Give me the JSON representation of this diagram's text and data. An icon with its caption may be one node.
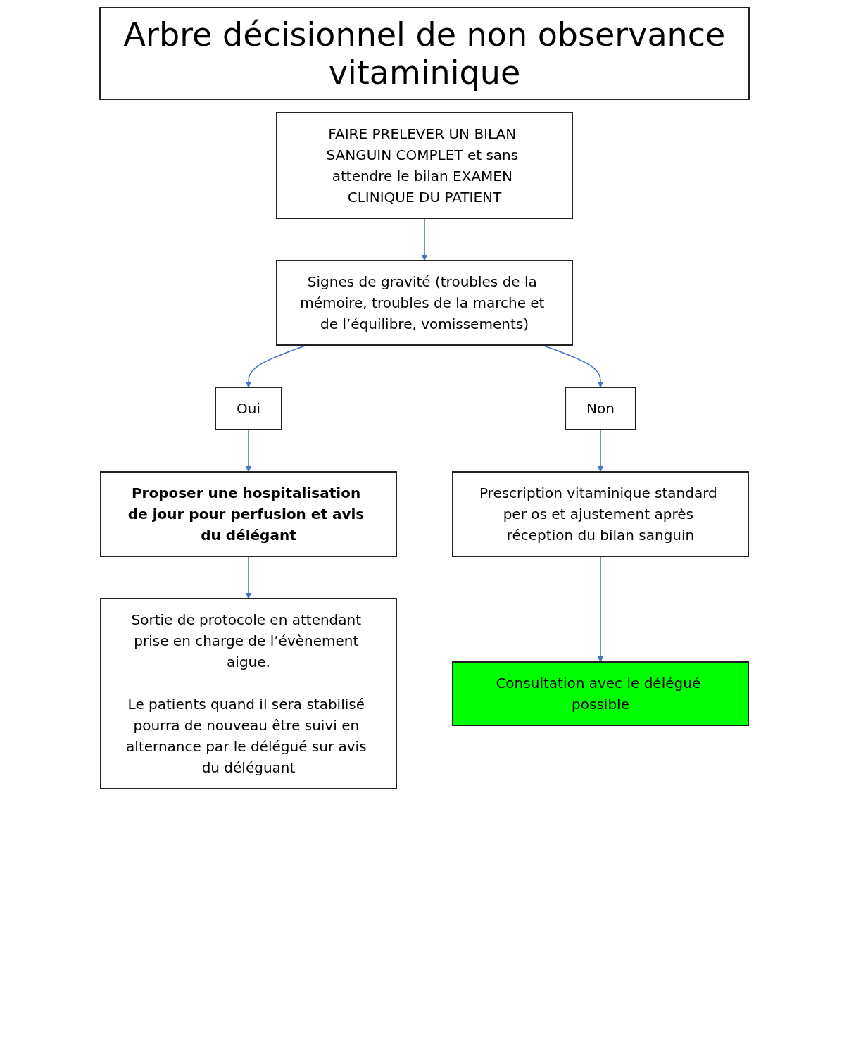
{
  "diagram": {
    "title": "Arbre décisionnel de non observance vitaminique",
    "nodes": [
      {
        "text": [
          "FAIRE PRELEVER UN BILAN SANGUIN COMPLET et sans attendre le bilan EXAMEN CLINIQUE DU PATIENT"
        ]
      },
      {
        "text": [
          "Signes de gravité (troubles de la mémoire, troubles de la marche et de l’équilibre, vomissements)"
        ]
      },
      {
        "text": [
          "Oui"
        ]
      },
      {
        "text": [
          "Non"
        ]
      },
      {
        "text": [
          "Proposer une hospitalisation de jour pour perfusion et avis du délégant"
        ]
      },
      {
        "text": [
          "Prescription vitaminique standard per os et ajustement après réception du bilan sanguin"
        ]
      },
      {
        "text": [
          "Sortie de protocole en attendant prise en charge de l’évènement aigue.",
          "Le patients quand il sera stabilisé pourra de nouveau être suivi en alternance par le délégué sur avis du déléguant"
        ]
      },
      {
        "text": [
          "Consultation avec le délégué possible"
        ]
      }
    ],
    "edges": [
      {
        "from": 0,
        "to": 1,
        "arrow": "to"
      },
      {
        "from": 1,
        "to": 2,
        "arrow": "to"
      },
      {
        "from": 1,
        "to": 3,
        "arrow": "to"
      },
      {
        "from": 2,
        "to": 4,
        "arrow": "to"
      },
      {
        "from": 3,
        "to": 5,
        "arrow": "to"
      },
      {
        "from": 4,
        "to": 6,
        "arrow": "to"
      },
      {
        "from": 5,
        "to": 7,
        "arrow": "to"
      }
    ]
  }
}
